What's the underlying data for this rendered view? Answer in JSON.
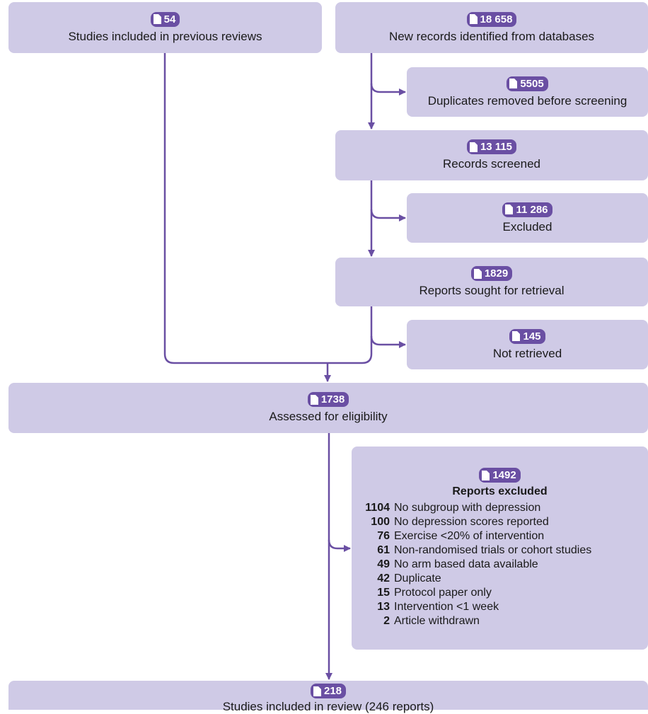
{
  "boxes": {
    "previous": {
      "count": "54",
      "label": "Studies included in previous reviews"
    },
    "identified": {
      "count": "18 658",
      "label": "New records identified from databases"
    },
    "duplicates": {
      "count": "5505",
      "label": "Duplicates removed before screening"
    },
    "screened": {
      "count": "13 115",
      "label": "Records screened"
    },
    "excluded": {
      "count": "11 286",
      "label": "Excluded"
    },
    "sought": {
      "count": "1829",
      "label": "Reports sought for retrieval"
    },
    "not_retrieved": {
      "count": "145",
      "label": "Not retrieved"
    },
    "eligibility": {
      "count": "1738",
      "label": "Assessed for eligibility"
    },
    "reports_excluded": {
      "count": "1492",
      "title": "Reports excluded",
      "reasons": [
        {
          "n": "1104",
          "text": "No subgroup with depression"
        },
        {
          "n": "100",
          "text": "No depression scores reported"
        },
        {
          "n": "76",
          "text": "Exercise <20% of intervention"
        },
        {
          "n": "61",
          "text": "Non-randomised trials or cohort studies"
        },
        {
          "n": "49",
          "text": "No arm based data available"
        },
        {
          "n": "42",
          "text": "Duplicate"
        },
        {
          "n": "15",
          "text": "Protocol paper only"
        },
        {
          "n": "13",
          "text": "Intervention <1 week"
        },
        {
          "n": "2",
          "text": "Article withdrawn"
        }
      ]
    },
    "included": {
      "count": "218",
      "label": "Studies included in review (246 reports)"
    }
  },
  "colors": {
    "box_fill": "#cfcae6",
    "badge": "#6a4fa3",
    "line": "#6a4fa3"
  }
}
